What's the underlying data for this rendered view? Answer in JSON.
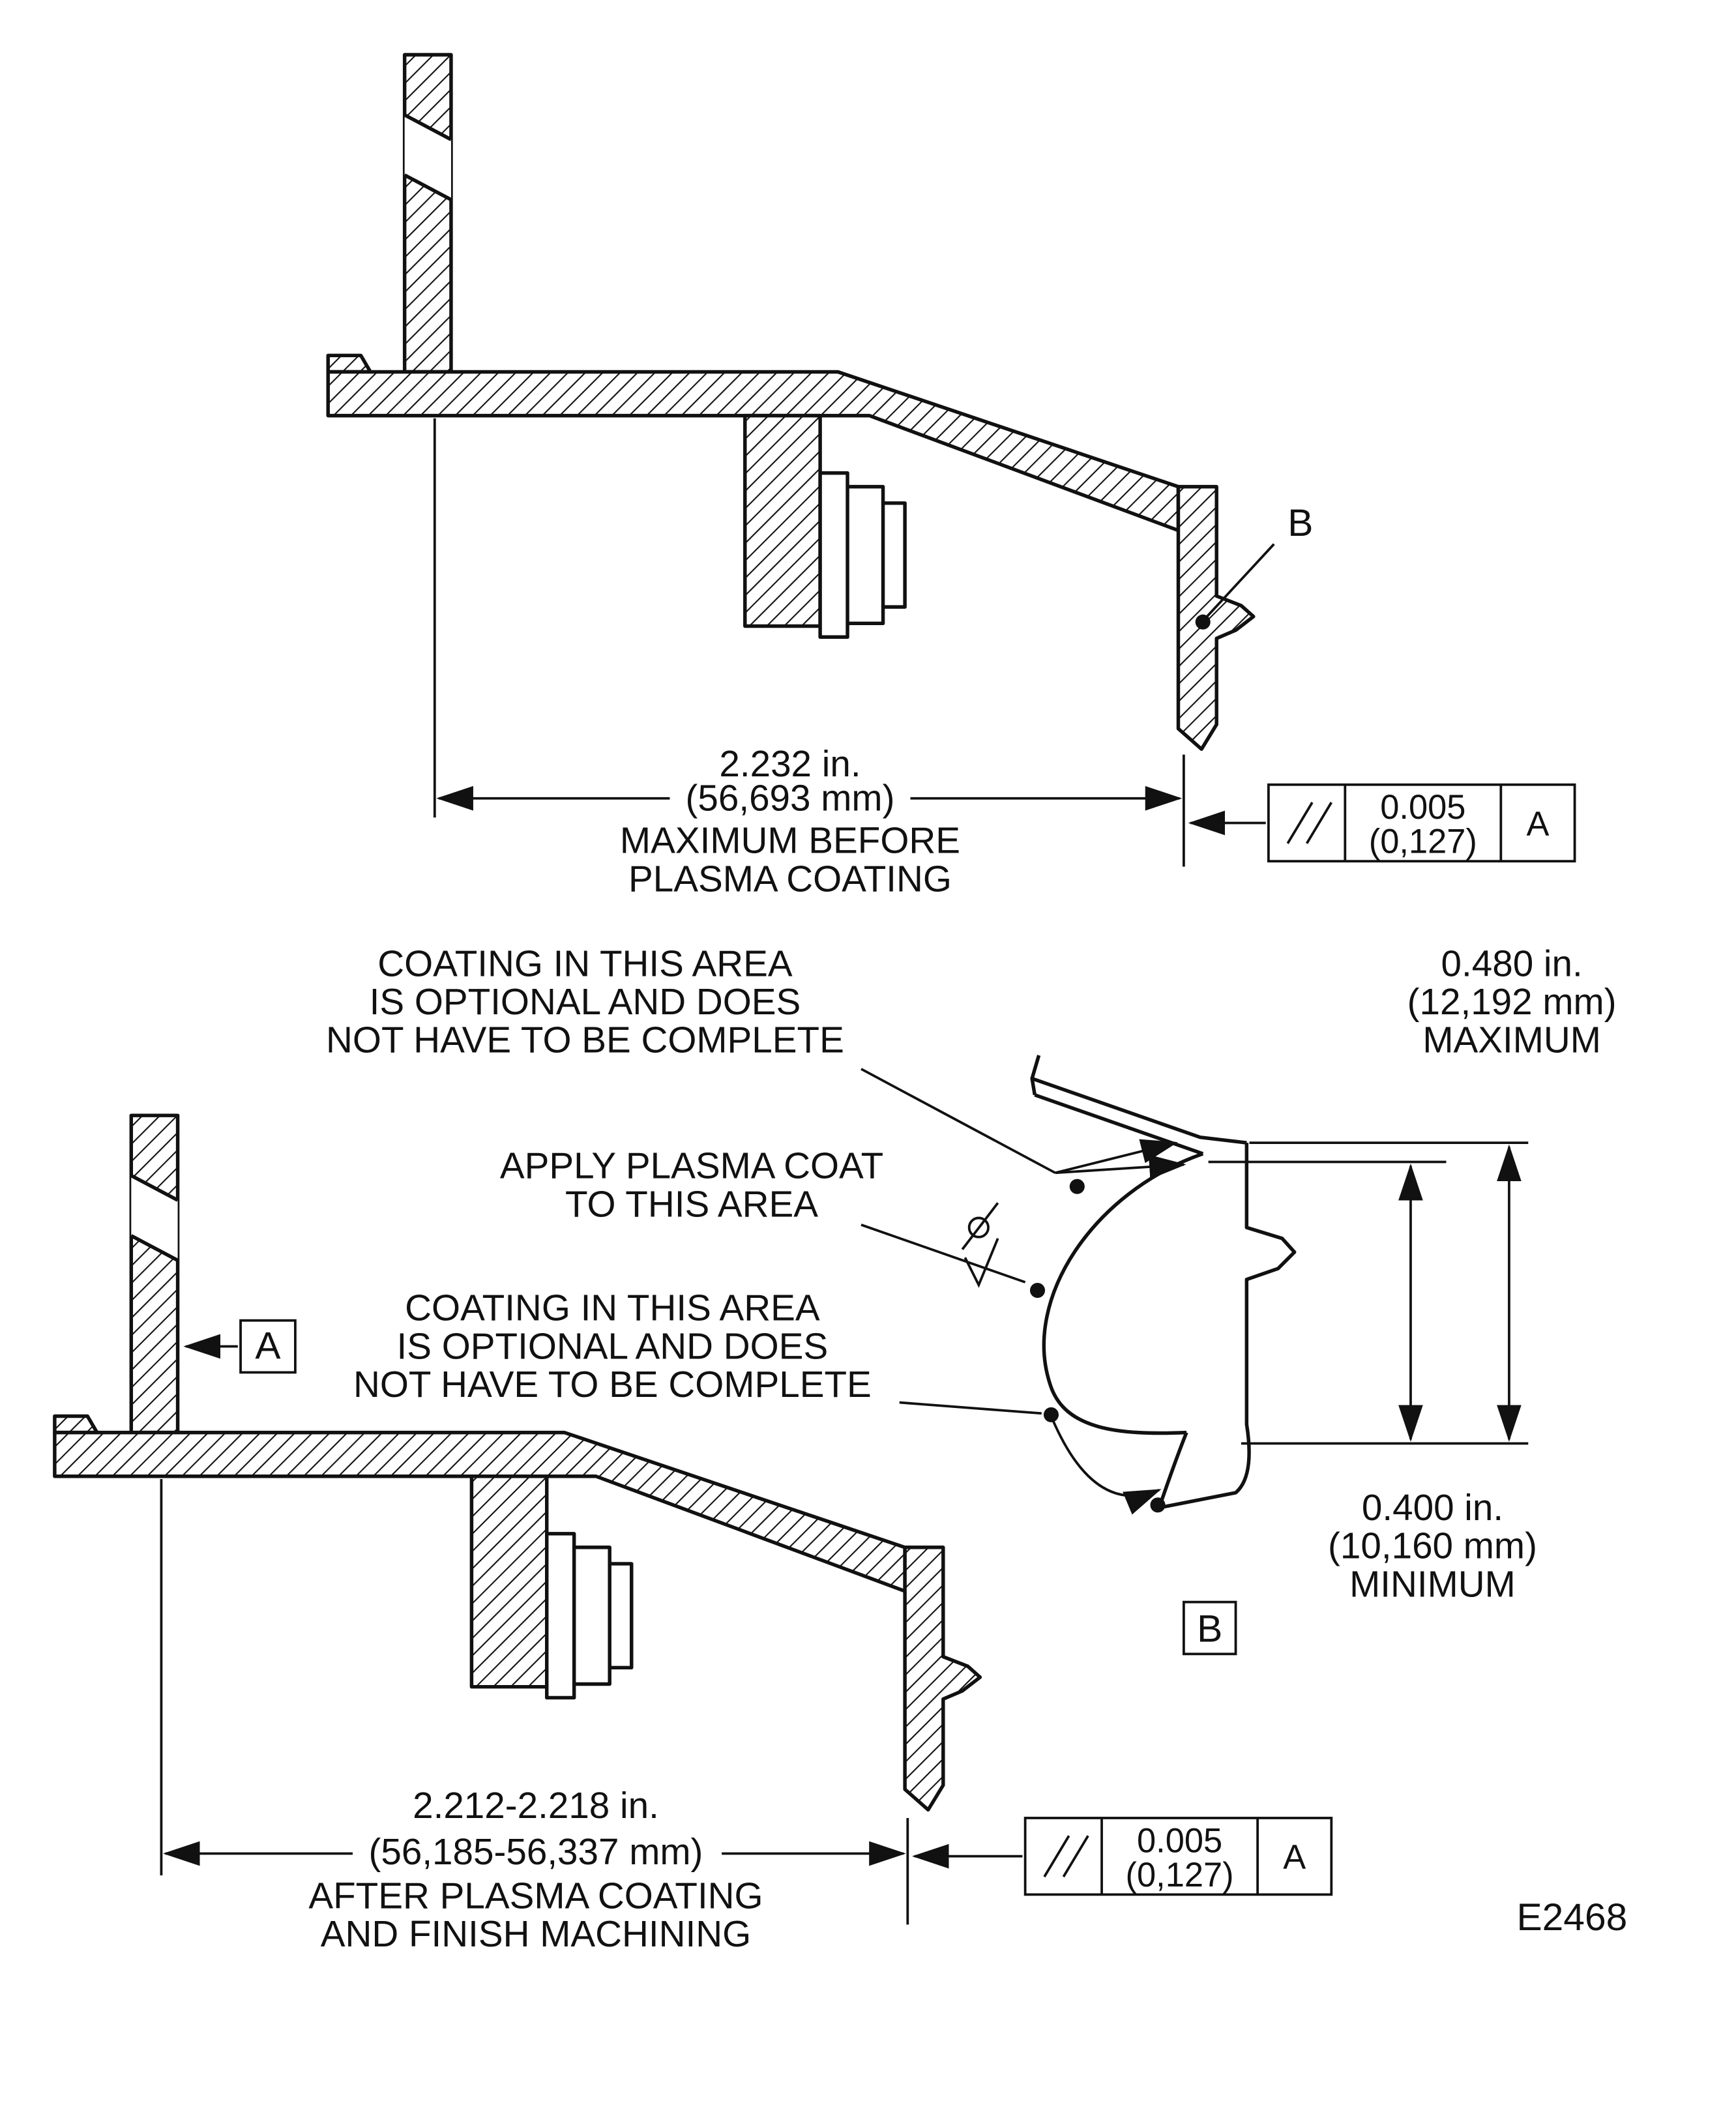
{
  "top_view": {
    "dim_line1": "2.232 in.",
    "dim_line2": "(56,693 mm)",
    "dim_line3": "MAXIMUM BEFORE",
    "dim_line4": "PLASMA COATING",
    "point_label": "B",
    "fcf": {
      "symbol": "//",
      "tolerance_in": "0.005",
      "tolerance_mm": "(0,127)",
      "datum": "A"
    }
  },
  "detail_view": {
    "callout_optional_top": {
      "line1": "COATING IN THIS AREA",
      "line2": "IS OPTIONAL AND DOES",
      "line3": "NOT HAVE TO BE COMPLETE"
    },
    "callout_apply": {
      "line1": "APPLY PLASMA COAT",
      "line2": "TO THIS AREA"
    },
    "callout_optional_bottom": {
      "line1": "COATING IN THIS AREA",
      "line2": "IS OPTIONAL AND DOES",
      "line3": "NOT HAVE TO BE COMPLETE"
    },
    "dim_max": {
      "line1": "0.480 in.",
      "line2": "(12,192 mm)",
      "line3": "MAXIMUM"
    },
    "dim_min": {
      "line1": "0.400 in.",
      "line2": "(10,160 mm)",
      "line3": "MINIMUM"
    },
    "detail_label": "B"
  },
  "bottom_view": {
    "datum_label": "A",
    "dim_line1": "2.212-2.218 in.",
    "dim_line2": "(56,185-56,337 mm)",
    "dim_line3": "AFTER PLASMA COATING",
    "dim_line4": "AND FINISH MACHINING",
    "fcf": {
      "symbol": "//",
      "tolerance_in": "0.005",
      "tolerance_mm": "(0,127)",
      "datum": "A"
    }
  },
  "figure_code": "E2468"
}
